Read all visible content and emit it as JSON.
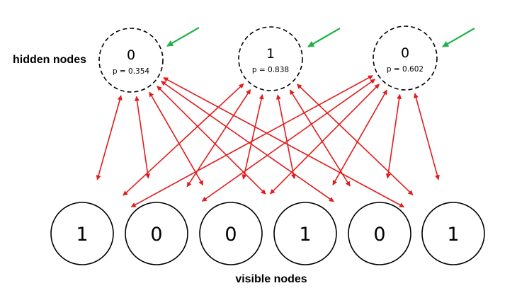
{
  "labels": {
    "hidden": "hidden nodes",
    "visible": "visible nodes"
  },
  "hidden_nodes": [
    {
      "value": "0",
      "p": "p = 0.354"
    },
    {
      "value": "1",
      "p": "p = 0.838"
    },
    {
      "value": "0",
      "p": "p = 0.602"
    }
  ],
  "visible_nodes": [
    {
      "value": "1"
    },
    {
      "value": "0"
    },
    {
      "value": "0"
    },
    {
      "value": "1"
    },
    {
      "value": "0"
    },
    {
      "value": "1"
    }
  ],
  "colors": {
    "edge": "#e21b1b",
    "pointer_arrow": "#21b24b",
    "node_stroke": "#000000"
  },
  "icons": {
    "pointer": "green-arrow-icon"
  }
}
